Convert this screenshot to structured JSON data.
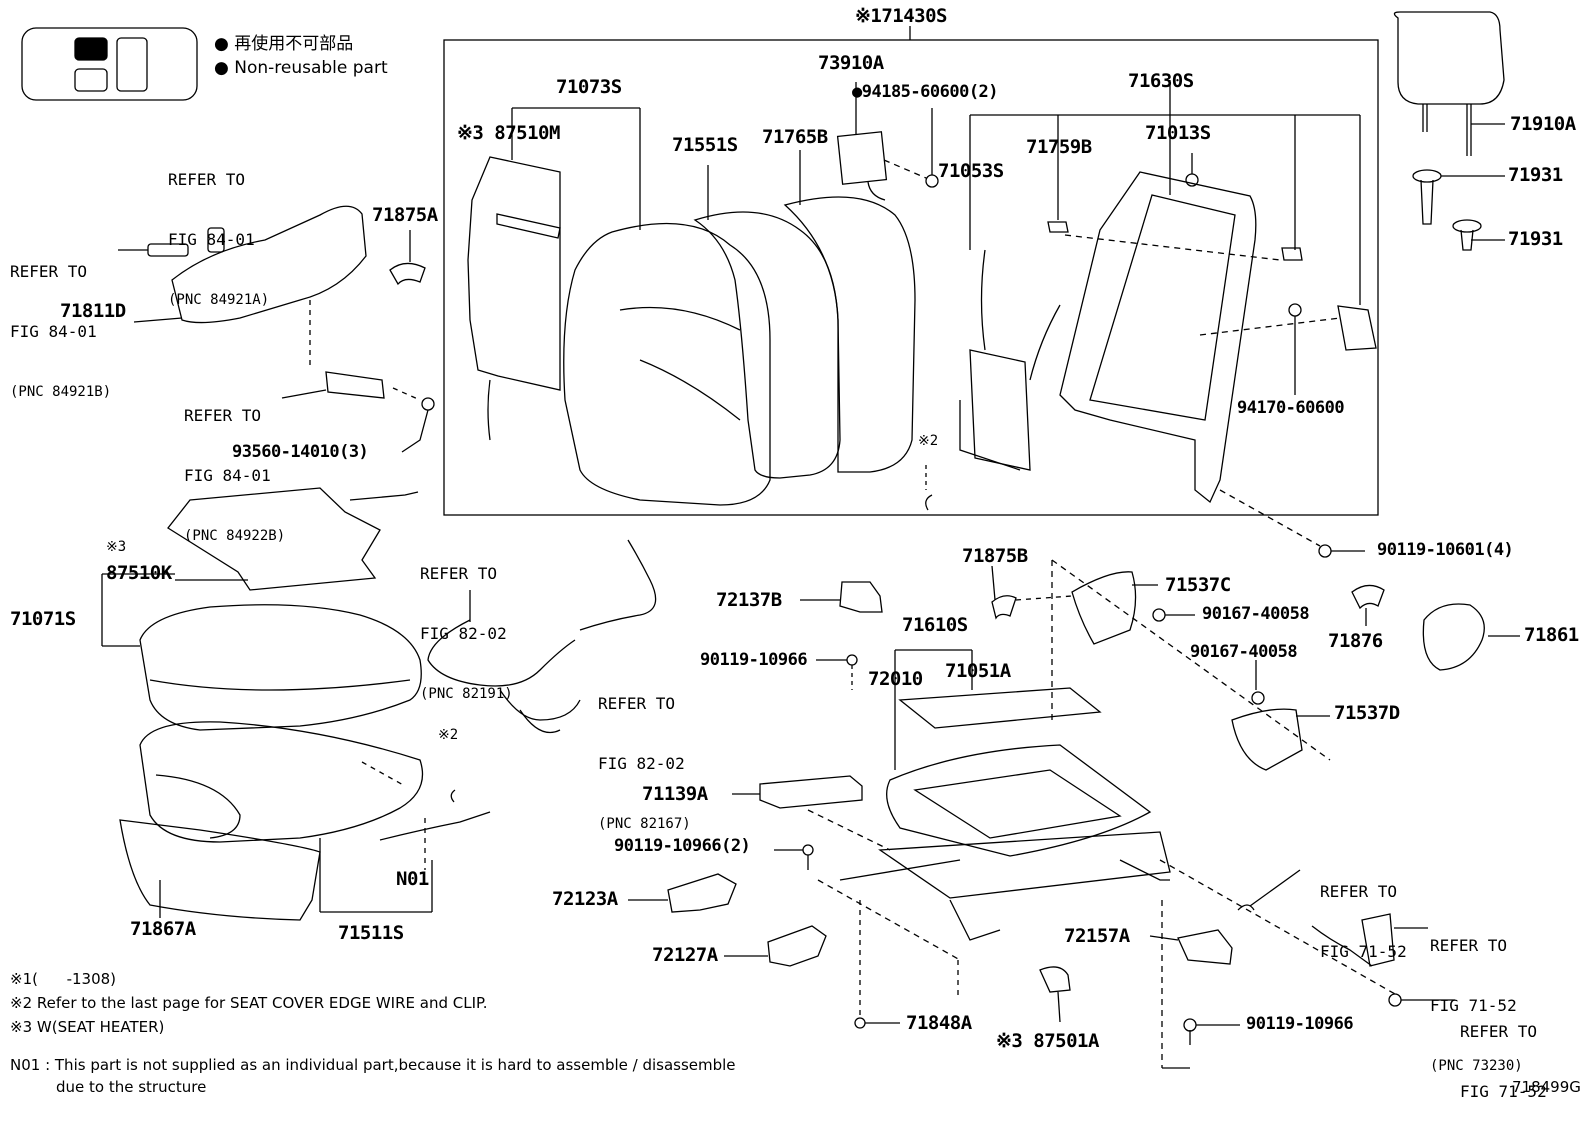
{
  "legend": {
    "jp": "● 再使用不可部品",
    "en": "● Non-reusable part"
  },
  "parts": {
    "p71430S": "※171430S",
    "p71073S": "71073S",
    "p87510M": "※3 87510M",
    "p71551S": "71551S",
    "p71765B": "71765B",
    "p73910A": "73910A",
    "p94185": "●94185-60600(2)",
    "p71053S": "71053S",
    "p71630S": "71630S",
    "p71759B": "71759B",
    "p71013S": "71013S",
    "p94170": "94170-60600",
    "p71910A": "71910A",
    "p71931a": "71931",
    "p71931b": "71931",
    "p71875A": "71875A",
    "p71811D": "71811D",
    "p93560": "93560-14010(3)",
    "star2a": "※2",
    "p90119_10601": "90119-10601(4)",
    "p87510K": "87510K",
    "star3k": "※3",
    "p71071S": "71071S",
    "p71875B": "71875B",
    "p71537C": "71537C",
    "p90167a": "90167-40058",
    "p71876": "71876",
    "p71861": "71861",
    "p72137B": "72137B",
    "p71610S": "71610S",
    "p90119_10966a": "90119-10966",
    "p72010": "72010",
    "p71051A": "71051A",
    "p90167b": "90167-40058",
    "p71537D": "71537D",
    "p71139A": "71139A",
    "star2b": "※2",
    "p90119_10966_2": "90119-10966(2)",
    "p72123A": "72123A",
    "p72127A": "72127A",
    "p72157A": "72157A",
    "pN01": "N01",
    "p71867A": "71867A",
    "p71511S": "71511S",
    "p71848A": "71848A",
    "p87501A": "※3 87501A",
    "p90119_10966b": "90119-10966"
  },
  "refs": {
    "r84921A": [
      "REFER TO",
      "FIG 84-01",
      "(PNC 84921A)"
    ],
    "r84921B": [
      "REFER TO",
      "FIG 84-01",
      "(PNC 84921B)"
    ],
    "r84922B": [
      "REFER TO",
      "FIG 84-01",
      "(PNC 84922B)"
    ],
    "r82191": [
      "REFER TO",
      "FIG 82-02",
      "(PNC 82191)"
    ],
    "r82167": [
      "REFER TO",
      "FIG 82-02",
      "(PNC 82167)"
    ],
    "r7152a": [
      "REFER TO",
      "FIG 71-52"
    ],
    "r73230": [
      "REFER TO",
      "FIG 71-52",
      "(PNC 73230)"
    ],
    "r7152b": [
      "REFER TO",
      "FIG 71-52"
    ]
  },
  "notes": {
    "n1": "※1(      -1308)",
    "n2": "※2 Refer to the last page for SEAT COVER EDGE WIRE and CLIP.",
    "n3": "※3 W(SEAT HEATER)",
    "n01a": "N01 : This part is not supplied as an individual part,because it is hard to assemble / disassemble",
    "n01b": "due to the structure"
  },
  "figure_id": "718499G"
}
